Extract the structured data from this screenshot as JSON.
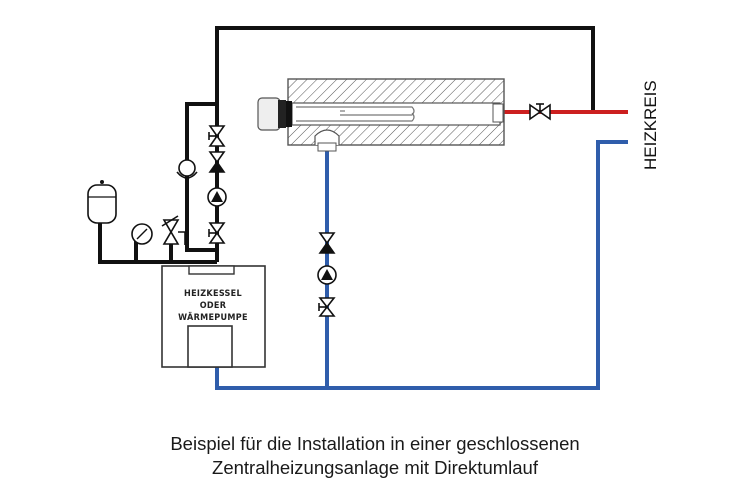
{
  "diagram": {
    "boiler": {
      "label_lines": [
        "HEIZKESSEL",
        "ODER",
        "WÄRMEPUMPE"
      ]
    },
    "circuit_label": "HEIZKREIS",
    "colors": {
      "supply_hot": "#cc1f1f",
      "return_cold": "#2f5dab",
      "boiler_circuit": "#111111"
    },
    "components": [
      "expansion-vessel",
      "pressure-gauge",
      "safety-valve",
      "check-valve",
      "bypass-flow-meter",
      "circulation-pump-boiler",
      "shutoff-valve",
      "heater-tank",
      "circulation-pump-return"
    ]
  },
  "caption": {
    "line1": "Beispiel für die Installation in einer geschlossenen",
    "line2": "Zentralheizungsanlage mit Direktumlauf"
  }
}
